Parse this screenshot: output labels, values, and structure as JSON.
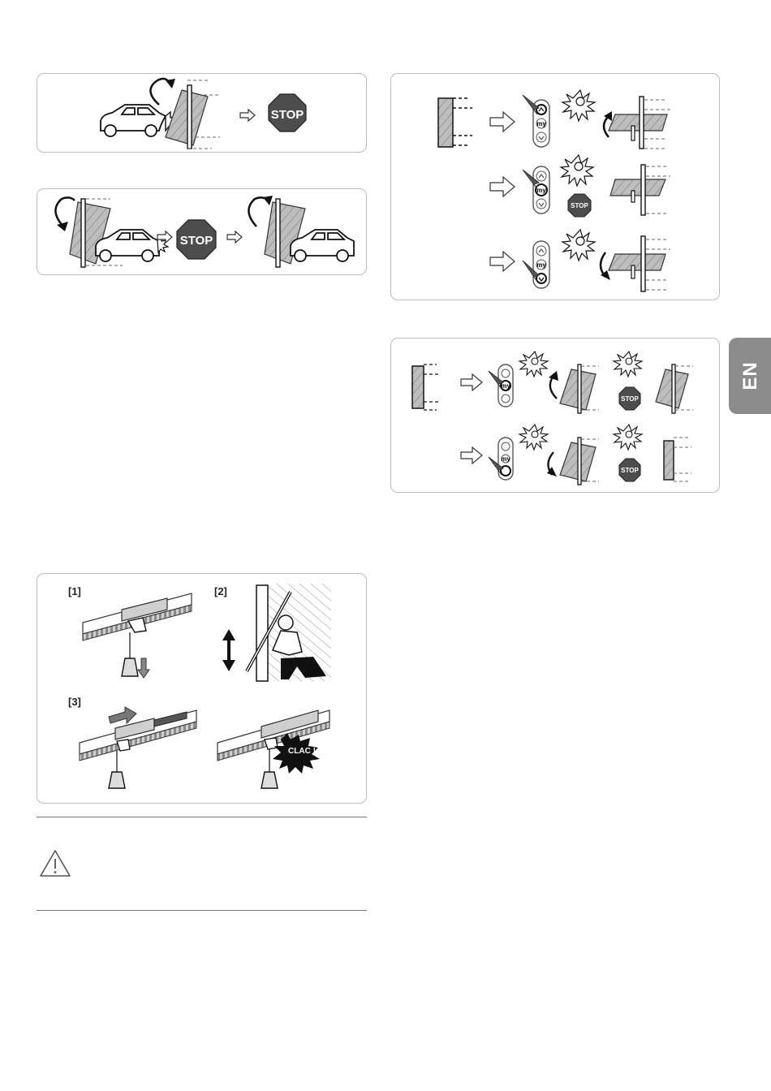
{
  "language_tab": "EN",
  "stop_sign_text": "STOP",
  "remote_my_label": "my",
  "steps": [
    "[1]",
    "[2]",
    "[3]"
  ],
  "sound_text": "CLAC !",
  "warning_icon": "warning-triangle-icon",
  "colors": {
    "tab": "#8c8c8c",
    "stop_sign": "#4d4d4d",
    "panel_border": "#bdbdbd"
  }
}
